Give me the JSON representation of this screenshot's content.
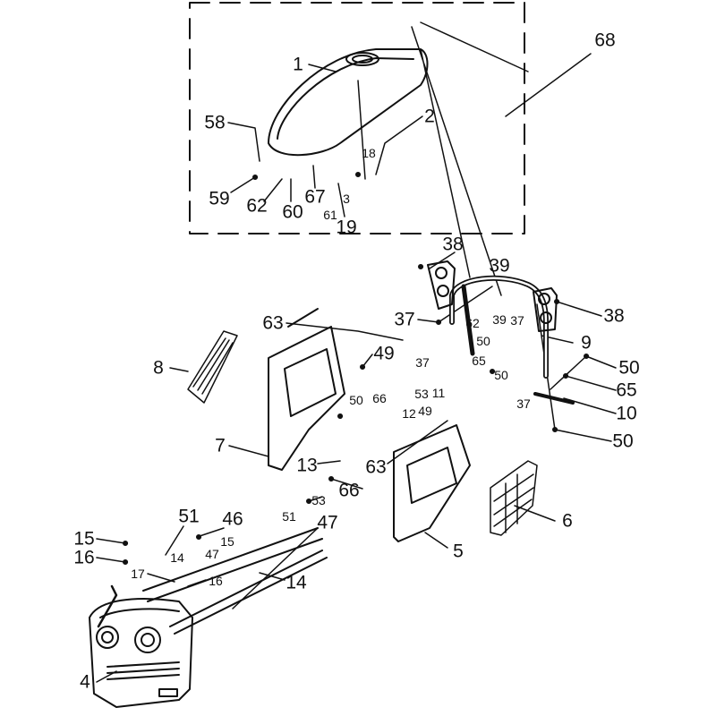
{
  "diagram": {
    "type": "exploded parts diagram",
    "callouts_large": [
      "68",
      "1",
      "2",
      "58",
      "59",
      "62",
      "60",
      "67",
      "19",
      "38",
      "39",
      "37",
      "38",
      "63",
      "49",
      "8",
      "9",
      "50",
      "65",
      "10",
      "50",
      "7",
      "13",
      "63",
      "66",
      "51",
      "46",
      "47",
      "15",
      "16",
      "14",
      "6",
      "5",
      "4"
    ],
    "callouts_small": [
      "18",
      "61",
      "3",
      "62",
      "39",
      "37",
      "50",
      "37",
      "65",
      "50",
      "50",
      "66",
      "53",
      "11",
      "12",
      "49",
      "37",
      "53",
      "51",
      "14",
      "47",
      "15",
      "17",
      "16"
    ]
  }
}
